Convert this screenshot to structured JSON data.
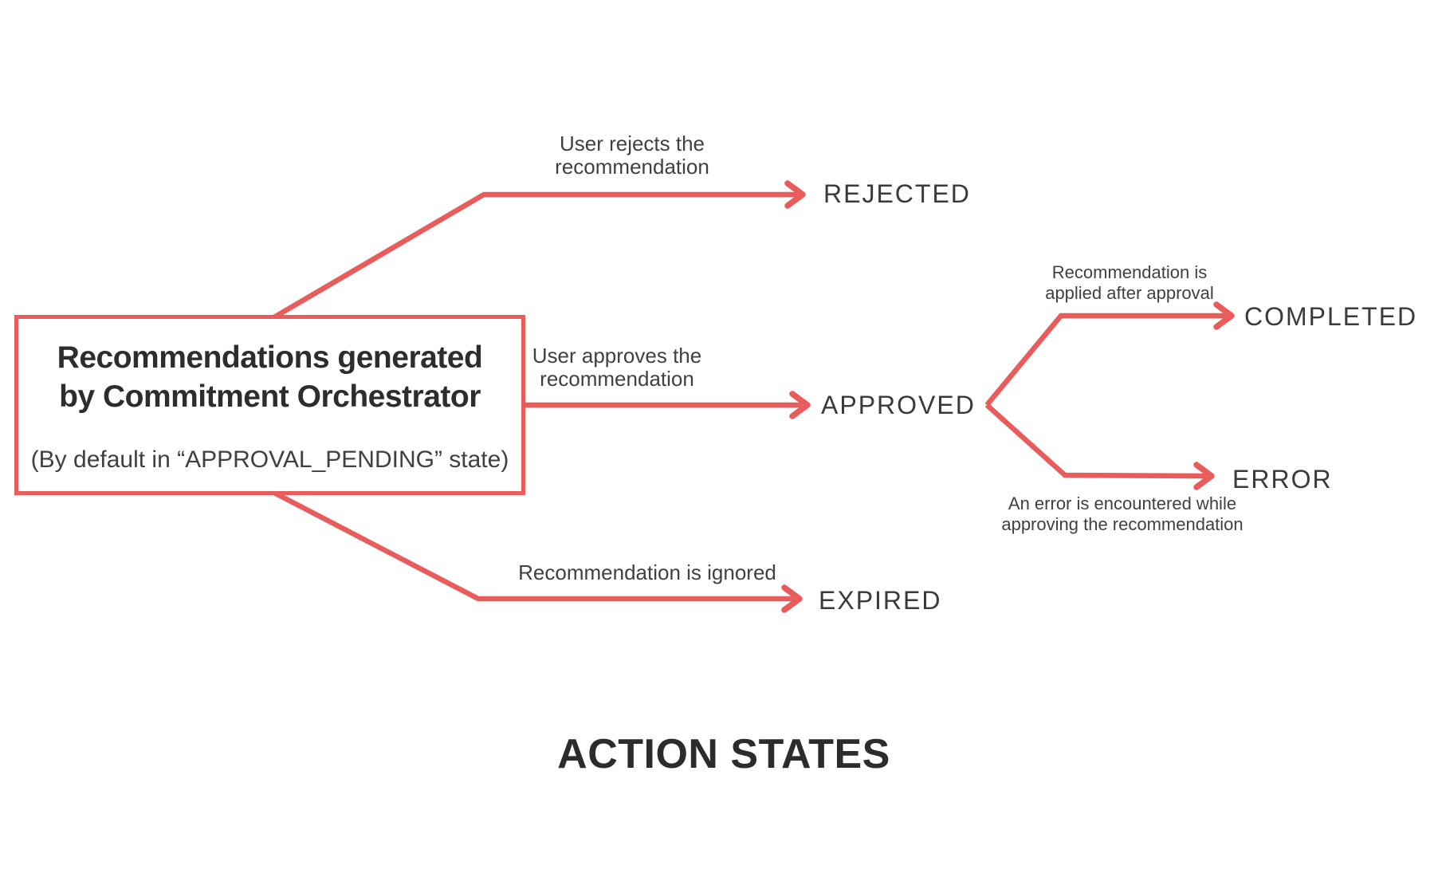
{
  "colors": {
    "accent": "#E85C5C",
    "state_label": "#3A3A3A",
    "caption": "#404040",
    "box_title": "#2E2C2D",
    "footer": "#2D2B2C"
  },
  "source_box": {
    "title_line1": "Recommendations generated",
    "title_line2": "by Commitment Orchestrator",
    "subtitle": "(By default in “APPROVAL_PENDING” state)"
  },
  "edges": {
    "rejected": {
      "caption_line1": "User rejects the",
      "caption_line2": "recommendation",
      "state": "REJECTED"
    },
    "approved": {
      "caption_line1": "User approves the",
      "caption_line2": "recommendation",
      "state": "APPROVED"
    },
    "completed": {
      "caption_line1": "Recommendation is",
      "caption_line2": "applied after approval",
      "state": "COMPLETED"
    },
    "error": {
      "caption_line1": "An error is encountered while",
      "caption_line2": "approving the recommendation",
      "state": "ERROR"
    },
    "expired": {
      "caption": "Recommendation is ignored",
      "state": "EXPIRED"
    }
  },
  "footer_title": "ACTION STATES"
}
